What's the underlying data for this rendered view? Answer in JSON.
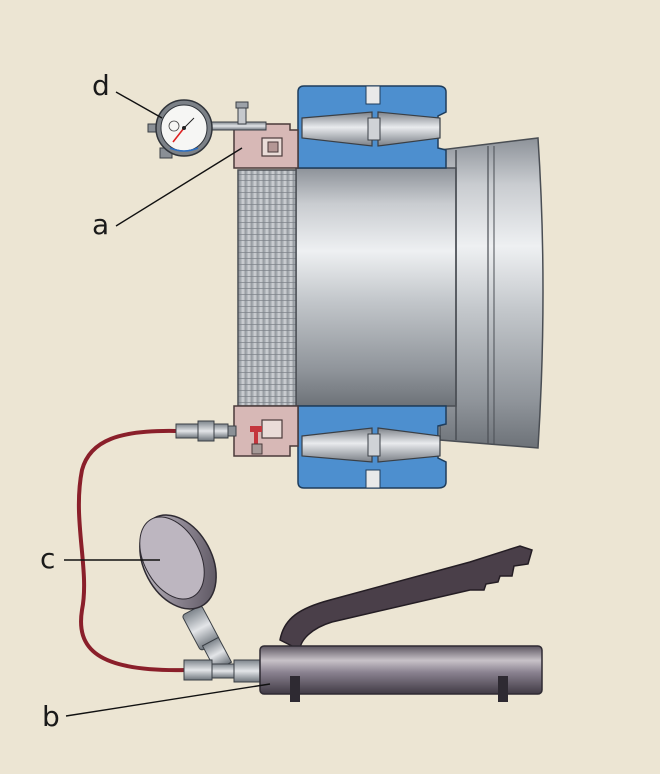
{
  "labels": {
    "a": "a",
    "b": "b",
    "c": "c",
    "d": "d"
  },
  "colors": {
    "background": "#ece5d3",
    "bearing_blue": "#4d8fcf",
    "nut_pink": "#d7b8b6",
    "hose_red": "#8a1f2a",
    "steel_gray": "#a9adb2"
  }
}
